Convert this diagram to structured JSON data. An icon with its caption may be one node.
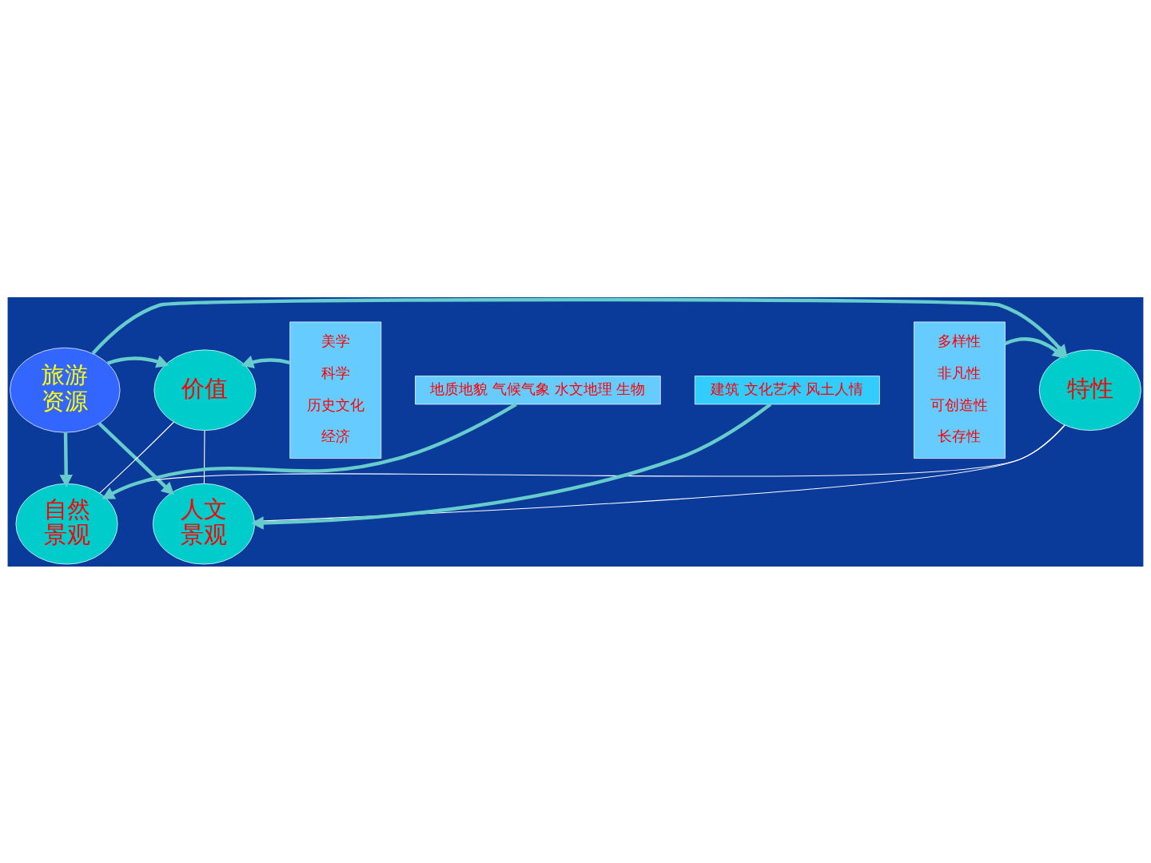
{
  "diagram": {
    "nodes": [
      {
        "text": [
          "旅游资源"
        ]
      },
      {
        "text": [
          "自然景观"
        ]
      },
      {
        "text": [
          "人文景观"
        ]
      },
      {
        "text": [
          "特性"
        ]
      },
      {
        "text": [
          "价值"
        ]
      },
      {
        "text": [
          "地质地貌 气候气象 水文地理 生物"
        ]
      },
      {
        "text": [
          "建筑 文化艺术 风土人情"
        ]
      },
      {
        "text": [
          "多样性",
          "非凡性",
          "可创造性",
          "长存性"
        ]
      },
      {
        "text": [
          "美学",
          "科学",
          "历史文化",
          "经济"
        ]
      }
    ],
    "edges": [
      {
        "from": 5,
        "to": 1,
        "arrow": "to"
      },
      {
        "from": 0,
        "to": 1,
        "arrow": "to"
      },
      {
        "from": 7,
        "to": 3,
        "arrow": "to"
      },
      {
        "from": 0,
        "to": 3,
        "arrow": "to"
      },
      {
        "from": 0,
        "to": 4,
        "arrow": "to"
      },
      {
        "from": 8,
        "to": 4,
        "arrow": "to"
      },
      {
        "from": 0,
        "to": 2,
        "arrow": "to"
      },
      {
        "from": 6,
        "to": 2,
        "arrow": "to"
      },
      {
        "from": 1,
        "to": 4,
        "arrow": "none",
        "color": "#ffffff"
      },
      {
        "from": 4,
        "to": 2,
        "arrow": "none",
        "color": "#ffffff"
      },
      {
        "from": 2,
        "to": 3,
        "arrow": "none",
        "color": "#ffffff"
      },
      {
        "from": 3,
        "to": 1,
        "arrow": "none",
        "color": "#ffffff"
      }
    ]
  }
}
